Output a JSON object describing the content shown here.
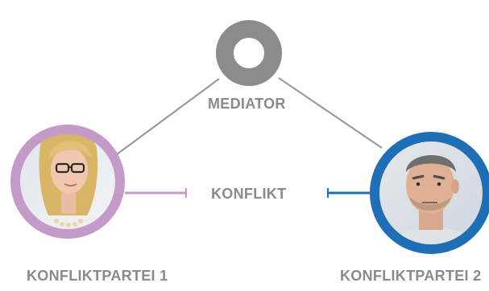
{
  "labels": {
    "mediator": "MEDIATOR",
    "conflict": "KONFLIKT",
    "party1": "KONFLIKTPARTEI 1",
    "party2": "KONFLIKTPARTEI 2"
  },
  "colors": {
    "mediator_ring": "#8c8c8c",
    "party1_ring": "#c39ac8",
    "party2_ring": "#1f6fb6",
    "connector_line": "#9a9a9a",
    "label_text": "#8a8a8a"
  },
  "icons": {
    "mediator": "ring-icon",
    "party1": "woman-portrait",
    "party2": "man-portrait"
  }
}
